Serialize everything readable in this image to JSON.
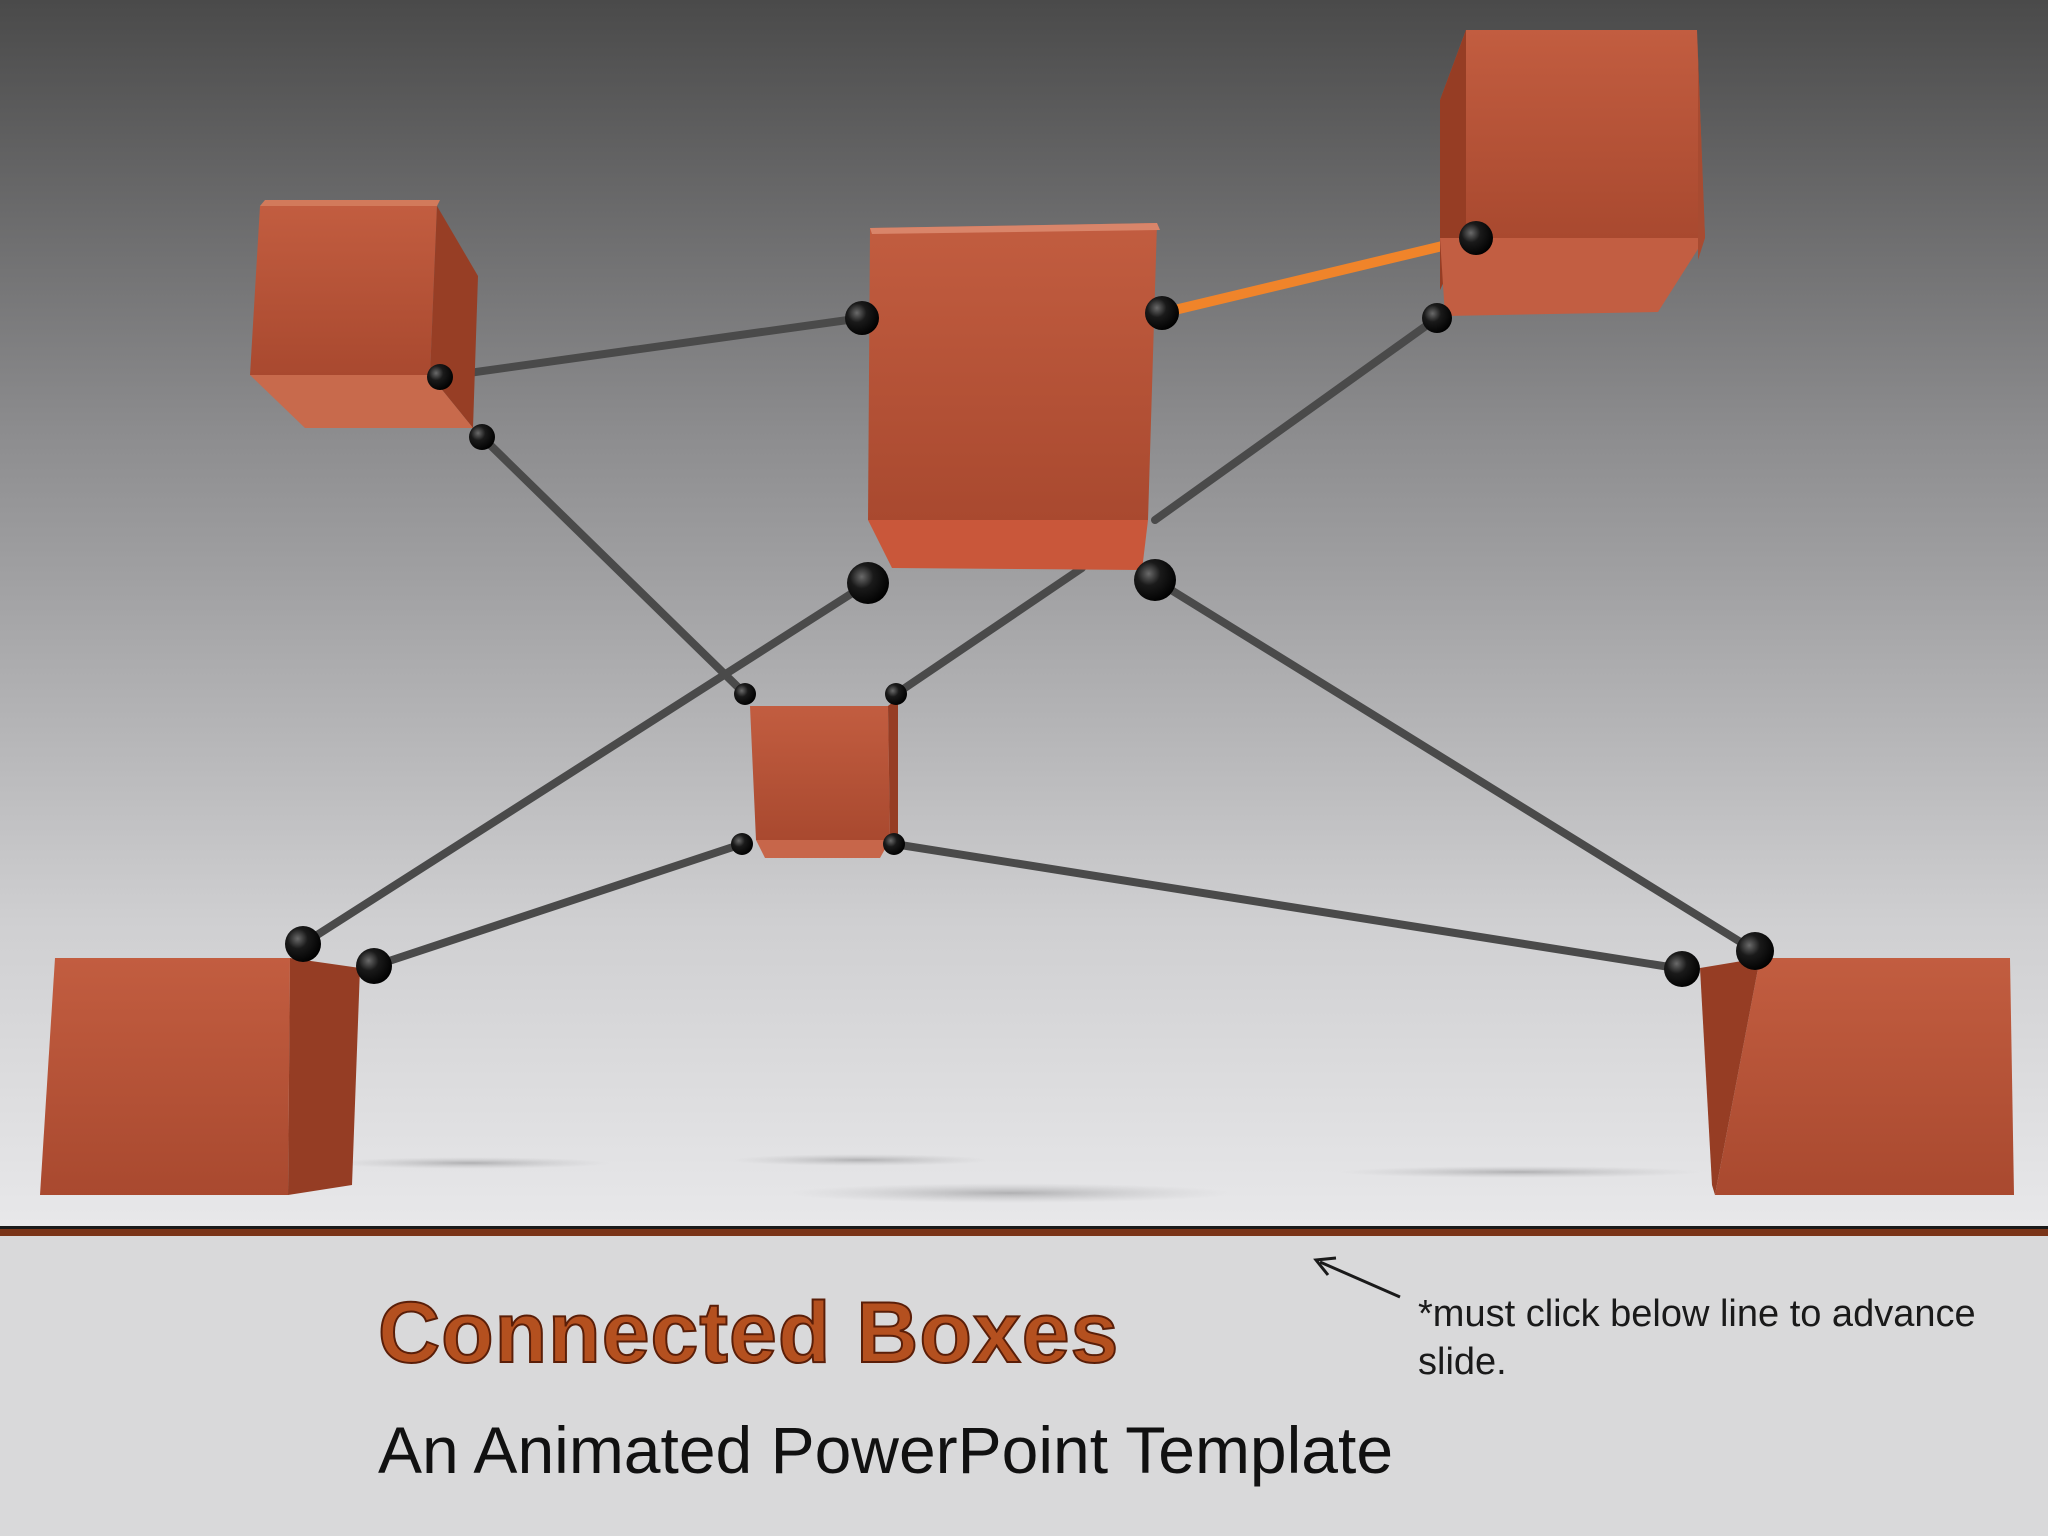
{
  "slide": {
    "title": "Connected Boxes",
    "subtitle": "An Animated PowerPoint Template",
    "note": "*must click below line to advance slide."
  },
  "colors": {
    "box_front": "#b9563a",
    "box_side": "#9a4027",
    "box_top": "#c8674a",
    "rod": "#4a4a4a",
    "highlight_rod": "#f0842a",
    "joint": "#111111",
    "title": "#b4501f",
    "divider": "#7a3418"
  },
  "icons": {
    "arrow": "arrow-pointing-to-line-icon"
  }
}
